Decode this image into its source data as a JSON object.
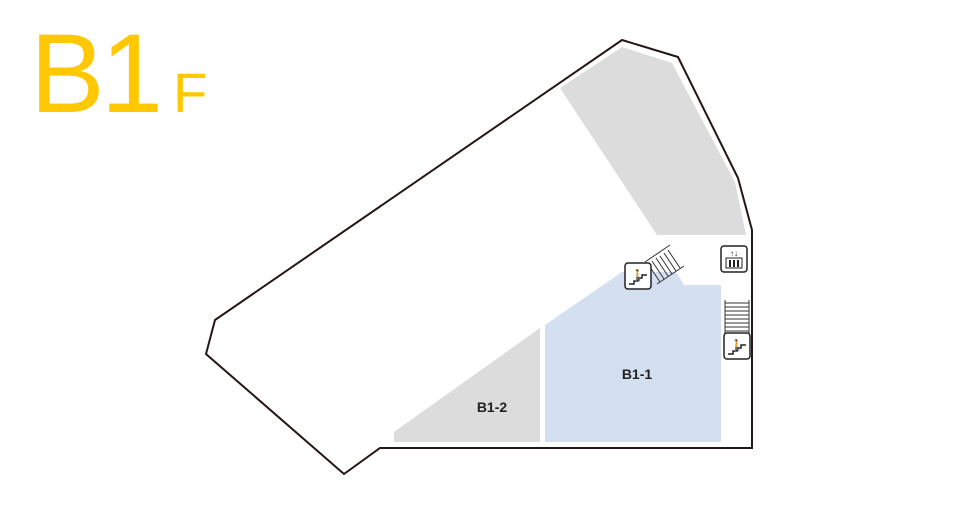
{
  "floor": {
    "level": "B1",
    "suffix": "F"
  },
  "areas": [
    {
      "id": "B1-1",
      "label": "B1-1",
      "color": "#d4dff0"
    },
    {
      "id": "B1-2",
      "label": "B1-2",
      "color": "#dcdcdc"
    },
    {
      "id": "unlabeled",
      "color": "#dcdcdc"
    }
  ],
  "facilities": [
    "escalator-icon",
    "elevator-icon",
    "escalator-icon"
  ],
  "colors": {
    "title": "#ffc800",
    "outline": "#231815"
  }
}
